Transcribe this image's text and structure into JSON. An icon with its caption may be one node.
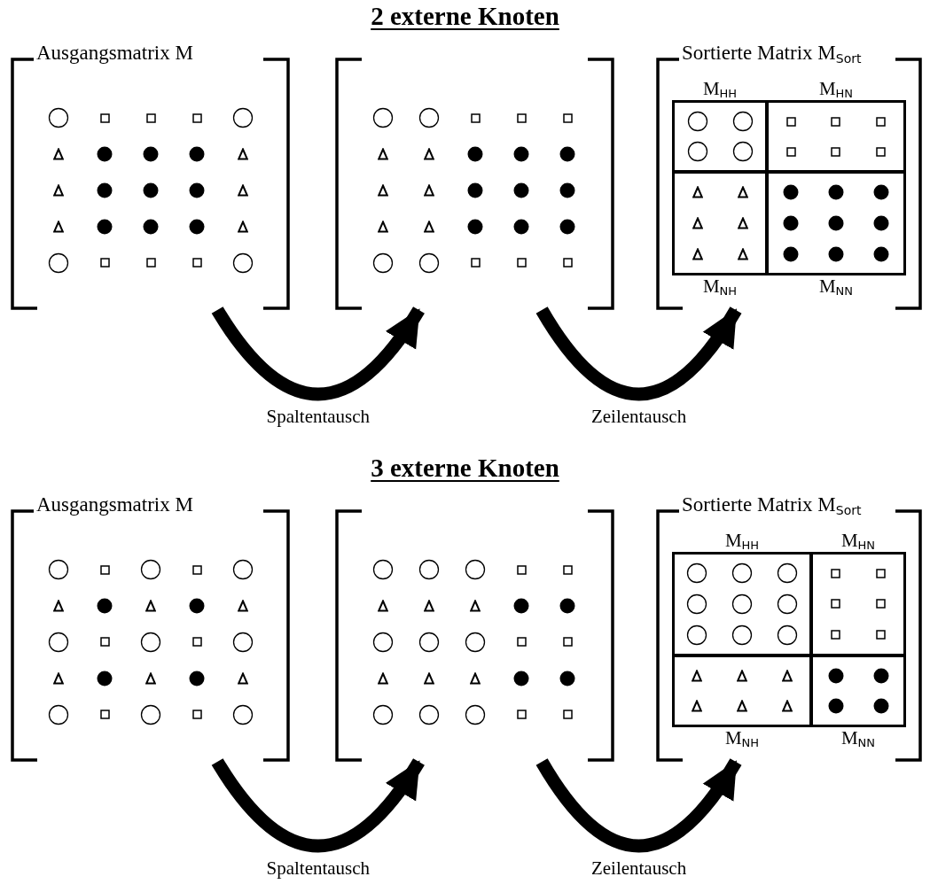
{
  "diagram": {
    "nodes": [
      {
        "text": [
          "Ausgangsmatrix M"
        ]
      },
      {
        "text": [],
        "shape": "box"
      },
      {
        "text": [
          "Sortierte Matrix M$_{Sort}$"
        ]
      },
      {
        "text": [
          "M$_{HH}$"
        ],
        "in": 2
      },
      {
        "text": [
          "M$_{HN}$"
        ],
        "in": 2
      },
      {
        "text": [
          "M$_{NH}$"
        ],
        "in": 2
      },
      {
        "text": [
          "M$_{NN}$"
        ],
        "in": 2
      },
      {
        "text": [
          "Ausgangsmatrix M"
        ]
      },
      {
        "text": [],
        "shape": "box"
      },
      {
        "text": [
          "Sortierte Matrix M$_{Sort}$"
        ]
      },
      {
        "text": [
          "M$_{HH}$"
        ],
        "in": 9
      },
      {
        "text": [
          "M$_{HN}$"
        ],
        "in": 9
      },
      {
        "text": [
          "M$_{NH}$"
        ],
        "in": 9
      },
      {
        "text": [
          "M$_{NN}$"
        ],
        "in": 9
      }
    ],
    "edges": [
      {
        "from": 0,
        "to": 1,
        "arrow": "to",
        "label": "Spaltentausch"
      },
      {
        "from": 1,
        "to": 2,
        "arrow": "to",
        "label": "Zeilentausch"
      },
      {
        "from": 7,
        "to": 8,
        "arrow": "to",
        "label": "Spaltentausch"
      },
      {
        "from": 8,
        "to": 9,
        "arrow": "to",
        "label": "Zeilentausch"
      }
    ],
    "labels": [
      "2 externe Knoten",
      "3 externe Knoten"
    ]
  }
}
